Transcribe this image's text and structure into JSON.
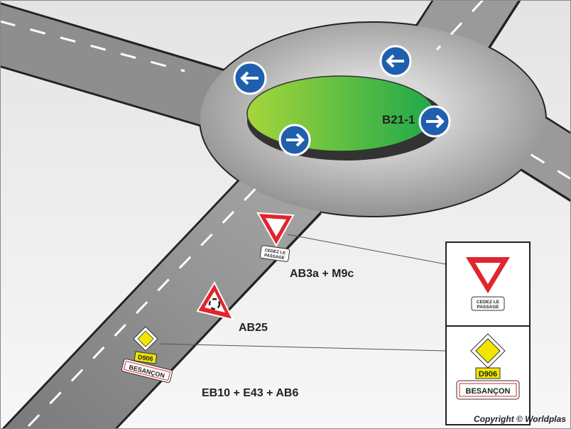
{
  "labels": {
    "roundabout_sign": "B21-1",
    "yield_sign": "AB3a + M9c",
    "roundabout_warning": "AB25",
    "priority_sign": "EB10 + E43 + AB6"
  },
  "yield_plate": {
    "line1": "CEDEZ LE",
    "line2": "PASSAGE"
  },
  "road_number": "D906",
  "town_name": "BESANÇON",
  "copyright": "Copyright © Worldplas",
  "colors": {
    "road": "#8c8c8c",
    "island": "#3bb84a",
    "sign_blue": "#1f5fae",
    "sign_red": "#e0252e",
    "sign_yellow": "#f2e600"
  }
}
